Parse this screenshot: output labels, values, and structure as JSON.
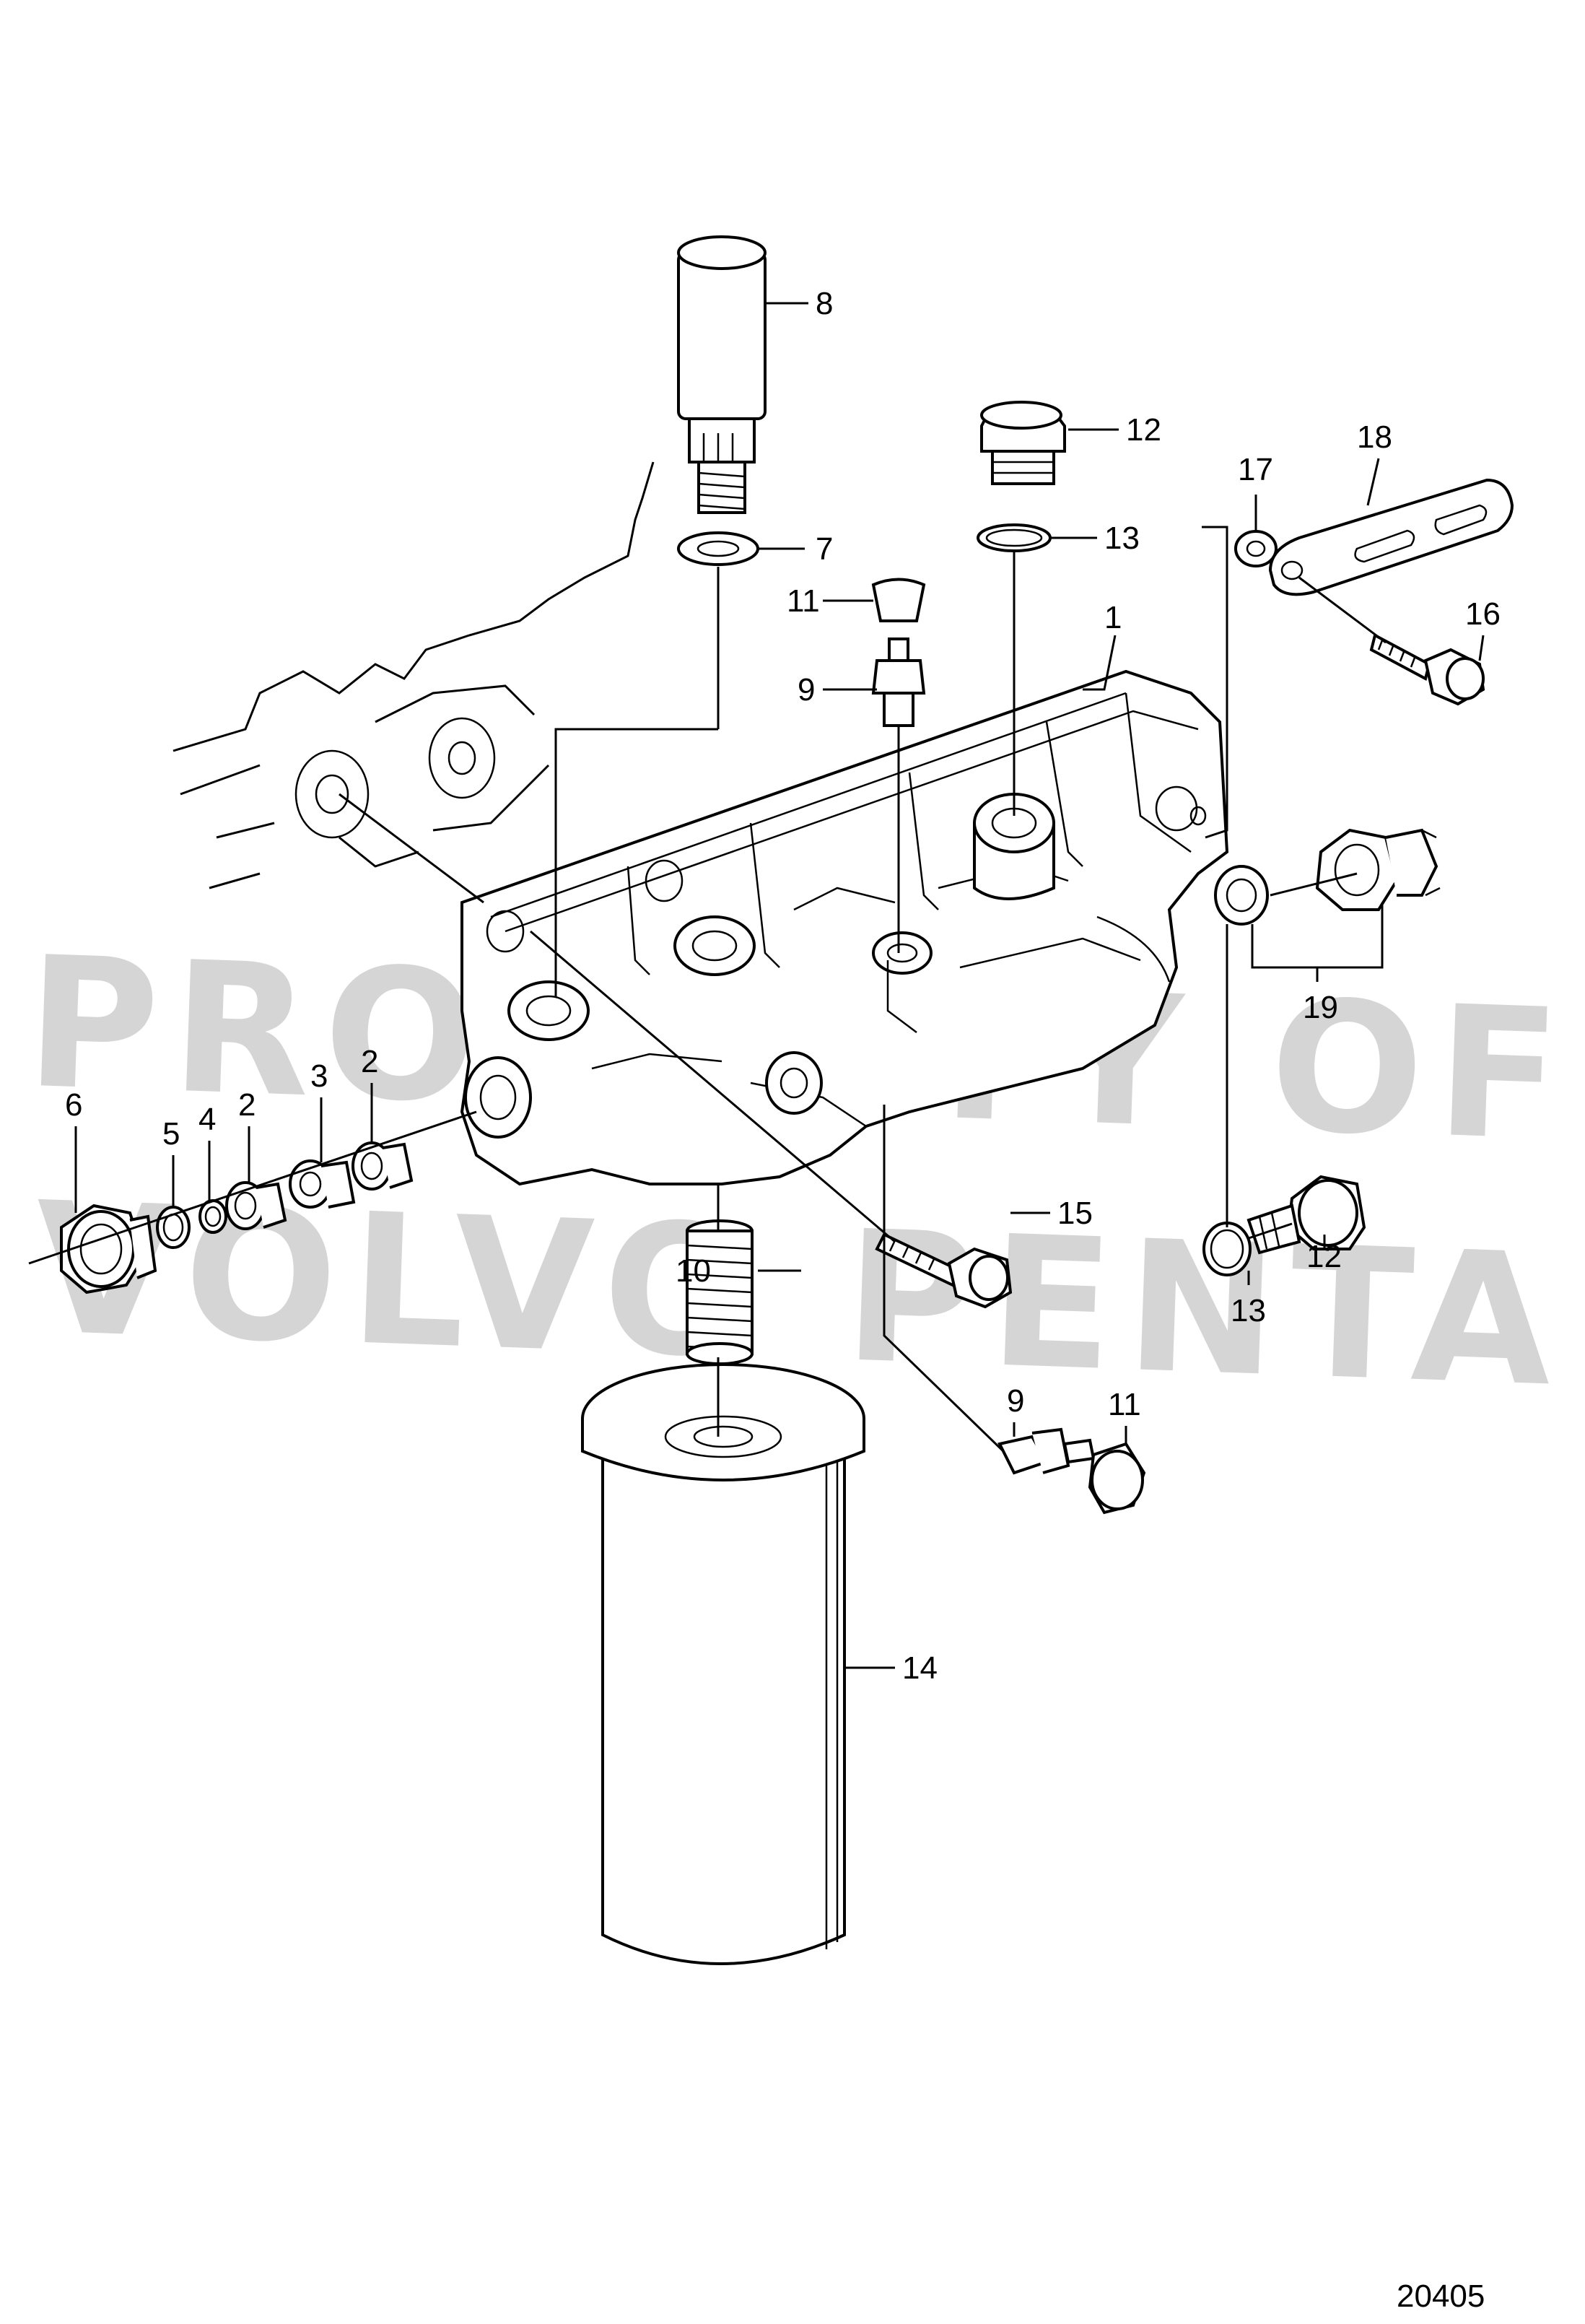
{
  "watermark": {
    "line1": "PROPERTY OF",
    "line2": "VOLVO PENTA"
  },
  "figure_number": "20405",
  "callouts": [
    "1",
    "2",
    "2",
    "3",
    "4",
    "5",
    "6",
    "7",
    "8",
    "9",
    "9",
    "10",
    "11",
    "11",
    "12",
    "12",
    "13",
    "13",
    "14",
    "15",
    "16",
    "17",
    "18",
    "19"
  ]
}
